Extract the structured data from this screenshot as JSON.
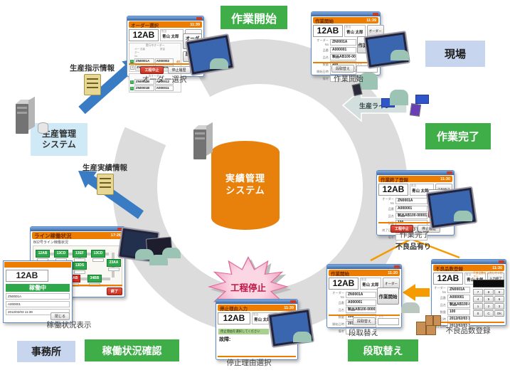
{
  "colors": {
    "accent_orange": "#ed7d00",
    "db_orange": "#e8810c",
    "green_label": "#3fae49",
    "site_label_bg": "#c7d6ee",
    "status_green": "#2fa84c",
    "alert_red": "#d93025",
    "star_pink": "#f3a8c4",
    "arrow_blue": "#3a7cc4",
    "arrow_orange": "#f59b00",
    "ring_gray": "#dcdcdc"
  },
  "icons": {
    "server": "server-tower",
    "document": "document-sheet",
    "database": "database-cylinder",
    "monitor": "touch-panel-monitor",
    "worker": "factory-worker",
    "crate": "parts-crate",
    "star": "burst-star"
  },
  "scene": {
    "step_work_start": "作業開始",
    "step_work_complete": "作業完了",
    "step_setup_change": "段取替え",
    "step_operation_check": "稼働状況確認",
    "site_genba": "現場",
    "site_office": "事務所",
    "process_stop": "工程停止",
    "production_line": "生産ライン",
    "defect_exists": "不良品有り",
    "instruction_info": "生産指示情報",
    "result_info": "生産実績情報",
    "production_system_line1": "生産管理",
    "production_system_line2": "システム",
    "center_system_line1": "実績管理",
    "center_system_line2": "システム"
  },
  "captions": {
    "order_select": "オーダー選択",
    "work_start": "作業開始",
    "work_complete": "作業完了",
    "setup_change": "段取替え",
    "defect_count": "不良品数登録",
    "stop_reason": "停止理由選択",
    "line_status": "稼働状況表示"
  },
  "windows": {
    "order_select": {
      "title": "オーダー選択",
      "time": "11:39",
      "machine": "12AB",
      "operator_label": "担当",
      "operator": "青山 太郎",
      "header_button": "工程終了",
      "group1_label": "実行中オーダー",
      "group2_label": "次オーダー",
      "col_order": "オーダーNo",
      "col_item": "品番",
      "col_qty": "数量",
      "rows1": [
        {
          "flag": "1",
          "fc": "fg",
          "order": "ZN0001A",
          "item": "A000002",
          "qty": "40"
        },
        {
          "flag": "2",
          "fc": "fw",
          "order": "ZN0001A",
          "item": "A000001",
          "qty": ""
        }
      ],
      "rows2": [
        {
          "flag": "1",
          "fc": "fg",
          "order": "ZN0001B",
          "item": "A000012",
          "qty": ""
        },
        {
          "flag": "1",
          "fc": "fg",
          "order": "ZN0001B",
          "item": "A000011",
          "qty": ""
        }
      ],
      "action_primary": "オーダー確定",
      "action_secondary": "段取替え",
      "stop_button": "工程中止",
      "history_button": "停止履歴"
    },
    "work_start_win": {
      "title": "作業開始",
      "time": "11:39",
      "machine": "12AB",
      "operator_label": "担当",
      "operator": "青山 太郎",
      "header_button": "オーダー",
      "fields": [
        {
          "label": "オーダーNo",
          "value": "ZN0001A"
        },
        {
          "label": "品番",
          "value": "A000001"
        },
        {
          "label": "品名",
          "value": "製品AB100-00001"
        },
        {
          "label": "数量",
          "value": "100"
        },
        {
          "label": "開始日時",
          "value": "2012/02/03 11:39"
        },
        {
          "label": "備考",
          "value": ""
        }
      ],
      "action": "作業開始",
      "bottom_button": "段取替え",
      "memo_label": "メモ"
    },
    "work_complete_win": {
      "title": "作業終了登録",
      "time": "11:30",
      "machine": "12AB",
      "operator_label": "担当",
      "operator": "青山 太郎",
      "header_button": "工程終了",
      "fields": [
        {
          "label": "オーダーNo",
          "value": "ZN0001A"
        },
        {
          "label": "品番",
          "value": "A000001"
        },
        {
          "label": "品名",
          "value": "製品AB100-00001"
        },
        {
          "label": "数量",
          "value": "100"
        },
        {
          "label": "終了日時",
          "value": "2012/02/03 11:30"
        },
        {
          "label": "備考",
          "value": ""
        }
      ],
      "action_complete": "作業完了",
      "action_defect": "不良有り",
      "stop_button": "工程中止",
      "history_button": "停止履歴"
    },
    "setup_change_win": {
      "title": "作業開始",
      "time": "11:20",
      "machine": "12AB",
      "operator_label": "担当",
      "operator": "青山 太郎",
      "header_button": "オーダー",
      "fields": [
        {
          "label": "オーダーNo",
          "value": "ZN0001A"
        },
        {
          "label": "品番",
          "value": "A000001"
        },
        {
          "label": "品名",
          "value": "製品AB100-00001"
        },
        {
          "label": "数量",
          "value": "100"
        },
        {
          "label": "開始日時",
          "value": "2012/02/03 11:20"
        },
        {
          "label": "備考",
          "value": ""
        }
      ],
      "action": "作業開始",
      "bottom_button": "段取替え",
      "memo_label": "メモ"
    },
    "defect_count_win": {
      "title": "不良品数登録",
      "time": "11:30",
      "machine": "12AB",
      "operator_label": "担当",
      "operator": "青山 太郎",
      "header_button": "入力終了",
      "prompt": "不良品数を入力してください",
      "fields": [
        {
          "label": "オーダーNo",
          "value": "ZN0001A"
        },
        {
          "label": "品番",
          "value": "A000001"
        },
        {
          "label": "品名",
          "value": "製品AB100-00001"
        },
        {
          "label": "数量",
          "value": "100"
        },
        {
          "label": "開始日時",
          "value": "2012/02/03 11:20"
        },
        {
          "label": "終了日時",
          "value": "2012/02/03 11:30"
        }
      ],
      "display": "",
      "keypad": [
        "7",
        "8",
        "9",
        "4",
        "5",
        "6",
        "1",
        "2",
        "3",
        "0",
        "C",
        "OK"
      ]
    },
    "stop_reason_win": {
      "title": "停止理由入力",
      "time": "11:39",
      "machine": "12AB",
      "operator_label": "担当",
      "operator": "青山 太郎",
      "header_button": "工程終了",
      "prompt": "停止理由を選択してください",
      "reason": "故障:",
      "action": "工程停止"
    },
    "line_status_win": {
      "title": "ライン稼働状況",
      "time": "17:26",
      "subtitle": "B02号ライン稼働状況",
      "nodes": [
        {
          "tag": "12AB",
          "state": "ok"
        },
        {
          "tag": "13CD",
          "state": "ok"
        },
        {
          "tag": "13EF",
          "state": "ok"
        },
        {
          "tag": "13CD",
          "state": "ok"
        },
        {
          "tag": "13DS",
          "state": "ok"
        },
        {
          "tag": "23AA",
          "state": "ok"
        },
        {
          "tag": "45CD",
          "state": "ok"
        },
        {
          "tag": "56AB",
          "state": "ng"
        },
        {
          "tag": "34BB",
          "state": "ok"
        }
      ],
      "back_button": "前画面へ",
      "close_button": "終了"
    },
    "status_popup": {
      "machine": "12AB",
      "status": "稼働中",
      "rows": [
        "ZN0001A",
        "A000001",
        "2012/02/03 11:39"
      ],
      "close_button": "閉じる"
    }
  }
}
